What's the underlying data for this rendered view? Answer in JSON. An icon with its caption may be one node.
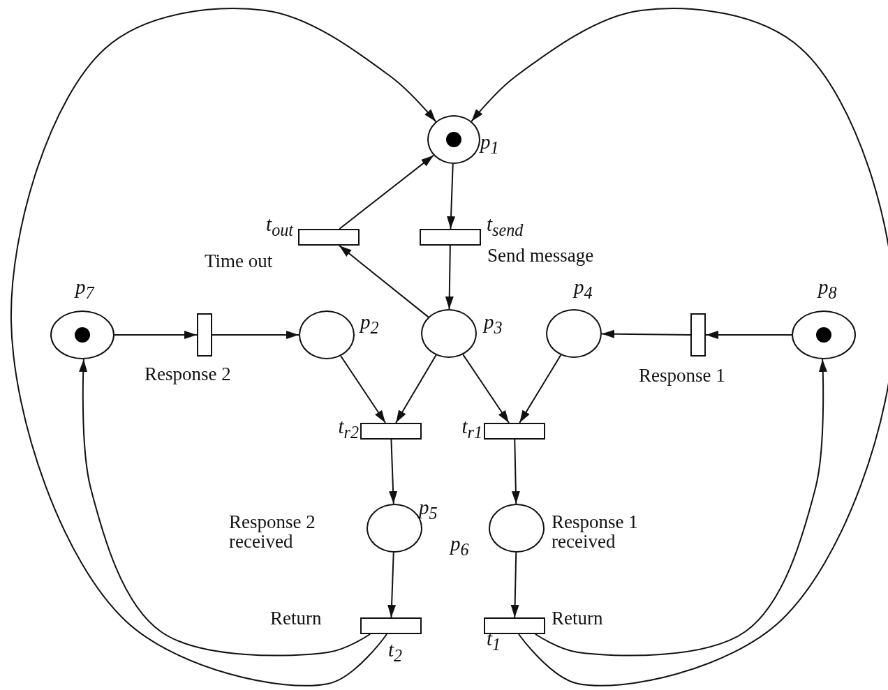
{
  "diagram": {
    "nodes": [
      {
        "text": [],
        "shape": "circle",
        "beside": [
          "p$_{1}$"
        ]
      },
      {
        "text": [],
        "shape": "dot",
        "in": 0
      },
      {
        "text": [],
        "shape": "bar",
        "beside": [
          "t$_{out}$",
          "Time out"
        ]
      },
      {
        "text": [],
        "shape": "bar",
        "beside": [
          "t$_{send}$",
          "Send message"
        ]
      },
      {
        "text": [],
        "shape": "circle",
        "beside": [
          "p$_{7}$"
        ]
      },
      {
        "text": [],
        "shape": "dot",
        "in": 4
      },
      {
        "text": [],
        "shape": "bar",
        "beside": [
          "Response 2"
        ]
      },
      {
        "text": [],
        "shape": "circle",
        "beside": [
          "p$_{2}$"
        ]
      },
      {
        "text": [],
        "shape": "circle",
        "beside": [
          "p$_{3}$"
        ]
      },
      {
        "text": [],
        "shape": "circle",
        "beside": [
          "p$_{4}$"
        ]
      },
      {
        "text": [],
        "shape": "bar",
        "beside": [
          "Response 1"
        ]
      },
      {
        "text": [],
        "shape": "circle",
        "beside": [
          "p$_{8}$"
        ]
      },
      {
        "text": [],
        "shape": "dot",
        "in": 11
      },
      {
        "text": [],
        "shape": "bar",
        "beside": [
          "t$_{r2}$"
        ]
      },
      {
        "text": [],
        "shape": "bar",
        "beside": [
          "t$_{r1}$"
        ]
      },
      {
        "text": [],
        "shape": "circle",
        "beside": [
          "p$_{5}$",
          "Response 2 received"
        ]
      },
      {
        "text": [],
        "shape": "circle",
        "beside": [
          "p$_{6}$",
          "Response 1 received"
        ]
      },
      {
        "text": [],
        "shape": "bar",
        "beside": [
          "Return",
          "t$_{2}$"
        ]
      },
      {
        "text": [],
        "shape": "bar",
        "beside": [
          "t$_{1}$",
          "Return"
        ]
      }
    ],
    "edges": [
      {
        "from": 0,
        "to": 3,
        "arrow": "to"
      },
      {
        "from": 3,
        "to": 8,
        "arrow": "to"
      },
      {
        "from": 8,
        "to": 2,
        "arrow": "to"
      },
      {
        "from": 2,
        "to": 0,
        "arrow": "to"
      },
      {
        "from": 4,
        "to": 6,
        "arrow": "to"
      },
      {
        "from": 6,
        "to": 7,
        "arrow": "to"
      },
      {
        "from": 7,
        "to": 13,
        "arrow": "to"
      },
      {
        "from": 8,
        "to": 13,
        "arrow": "to"
      },
      {
        "from": 8,
        "to": 14,
        "arrow": "to"
      },
      {
        "from": 9,
        "to": 14,
        "arrow": "to"
      },
      {
        "from": 11,
        "to": 10,
        "arrow": "to"
      },
      {
        "from": 10,
        "to": 9,
        "arrow": "to"
      },
      {
        "from": 13,
        "to": 15,
        "arrow": "to"
      },
      {
        "from": 14,
        "to": 16,
        "arrow": "to"
      },
      {
        "from": 15,
        "to": 17,
        "arrow": "to"
      },
      {
        "from": 16,
        "to": 18,
        "arrow": "to"
      },
      {
        "from": 17,
        "to": 4,
        "arrow": "to"
      },
      {
        "from": 17,
        "to": 0,
        "arrow": "to"
      },
      {
        "from": 18,
        "to": 11,
        "arrow": "to"
      },
      {
        "from": 18,
        "to": 0,
        "arrow": "to"
      }
    ]
  }
}
